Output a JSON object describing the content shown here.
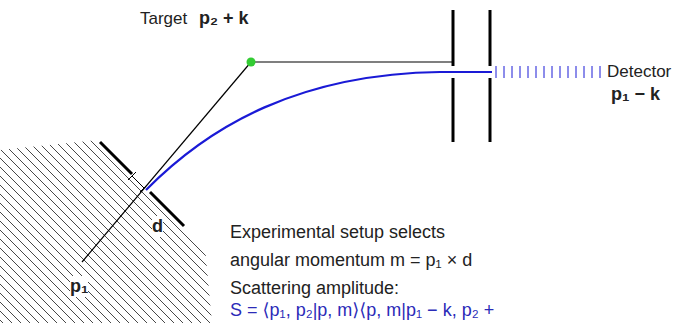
{
  "diagram": {
    "labels": [
      "Target",
      "p₂ + k",
      "Detector",
      "p₁ − k",
      "d",
      "p₁",
      "Experimental setup selects",
      "angular momentum m = p₁ × d",
      "Scattering amplitude:",
      "S = ⟨p₁, p₂|p, m⟩⟨p, m|p₁ − k, p₂ +"
    ]
  }
}
